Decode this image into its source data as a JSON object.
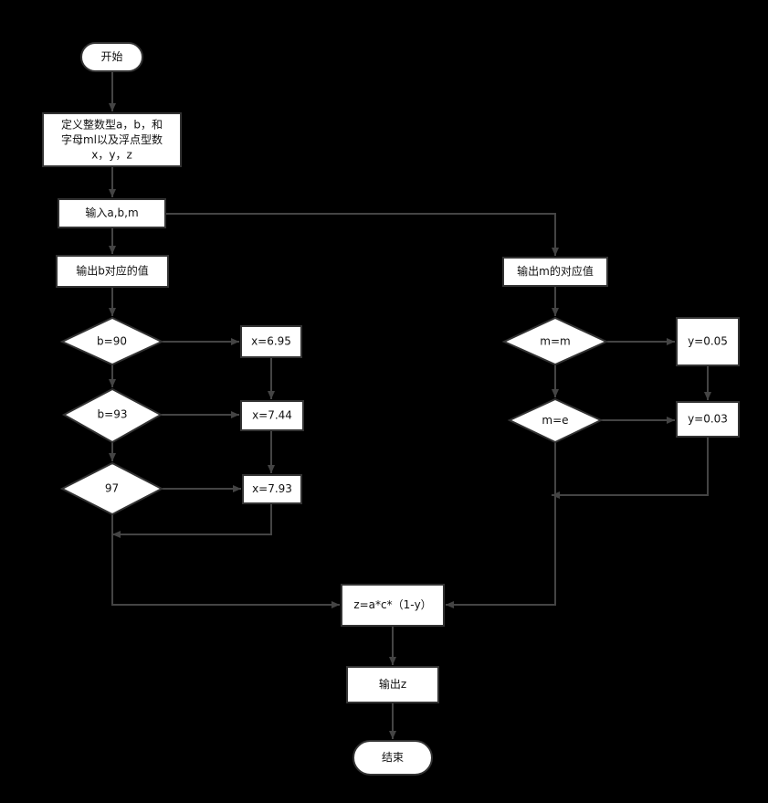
{
  "diagram": {
    "nodes": {
      "start": "开始",
      "define": [
        "定义整数型a，b，和",
        "字母ml以及浮点型数",
        "x，y，z"
      ],
      "input": "输入a,b,m",
      "out_b": "输出b对应的值",
      "out_m": "输出m的对应值",
      "cond_b90": "b=90",
      "cond_b93": "b=93",
      "cond_97": "97",
      "x1": "x=6.95",
      "x2": "x=7.44",
      "x3": "x=7.93",
      "cond_mm": "m=m",
      "cond_me": "m=e",
      "y1": "y=0.05",
      "y2": "y=0.03",
      "calc": "z=a*c*（1-y）",
      "out_z": "输出z",
      "end": "结束"
    },
    "colors": {
      "background": "#000000",
      "node_fill": "#ffffff",
      "node_stroke": "#333333",
      "edge": "#444444"
    }
  }
}
